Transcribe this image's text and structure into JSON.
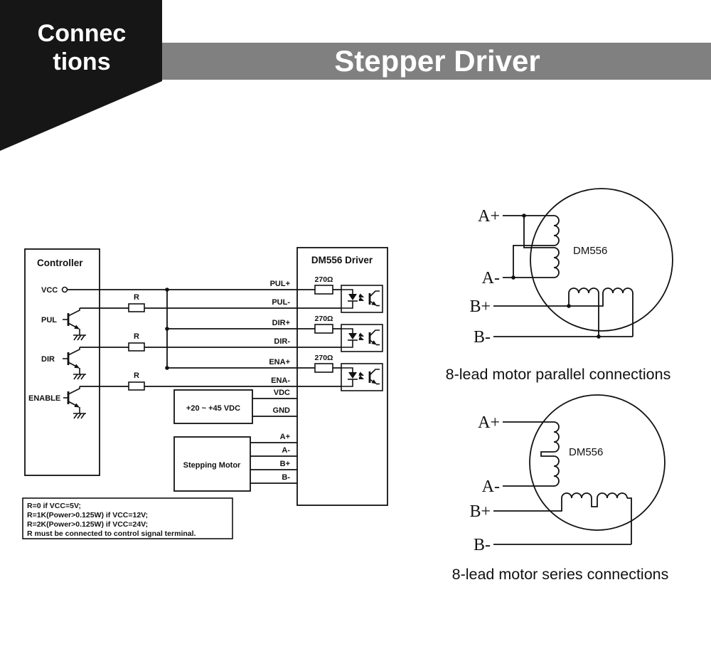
{
  "header": {
    "ribbon_line1": "Connec",
    "ribbon_line2": "tions",
    "ribbon_color": "#161616",
    "title": "Stepper Driver",
    "bar_color": "#808080",
    "text_color": "#ffffff"
  },
  "schematic": {
    "controller": {
      "title": "Controller",
      "vcc": "VCC",
      "pul": "PUL",
      "dir": "DIR",
      "enable": "ENABLE"
    },
    "driver": {
      "title": "DM556 Driver",
      "terminals": [
        "PUL+",
        "PUL-",
        "DIR+",
        "DIR-",
        "ENA+",
        "ENA-",
        "VDC",
        "GND",
        "A+",
        "A-",
        "B+",
        "B-"
      ]
    },
    "series_resistor_label": "R",
    "internal_resistor_label": "270Ω",
    "power_supply_label": "+20 ~ +45 VDC",
    "motor_box_label": "Stepping Motor",
    "notes": [
      "R=0 if VCC=5V;",
      "R=1K(Power>0.125W) if VCC=12V;",
      "R=2K(Power>0.125W) if VCC=24V;",
      "R must be connected to control signal terminal."
    ]
  },
  "parallel_diagram": {
    "motor_name": "DM556",
    "terminals": [
      "A+",
      "A-",
      "B+",
      "B-"
    ],
    "caption": "8-lead motor parallel connections"
  },
  "series_diagram": {
    "motor_name": "DM556",
    "terminals": [
      "A+",
      "A-",
      "B+",
      "B-"
    ],
    "caption": "8-lead motor series connections"
  }
}
